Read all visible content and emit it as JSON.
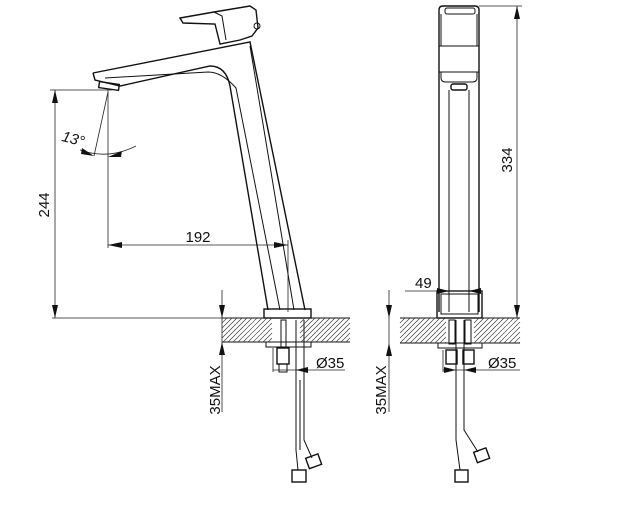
{
  "side_view": {
    "height_dim": "244",
    "reach_dim": "192",
    "angle_dim": "13°",
    "counter_thickness_dim": "35MAX",
    "hole_diameter_dim": "Ø35"
  },
  "front_view": {
    "total_height_dim": "334",
    "body_width_dim": "49",
    "counter_thickness_dim": "35MAX",
    "hole_diameter_dim": "Ø35"
  },
  "colors": {
    "line": "#111111",
    "background": "#ffffff"
  }
}
